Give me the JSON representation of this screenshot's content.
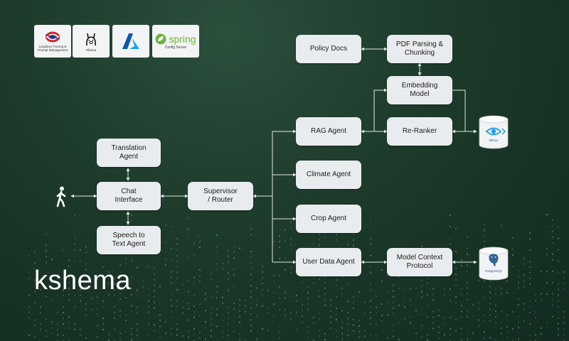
{
  "brand": {
    "wordmark": "kshema"
  },
  "logos": [
    {
      "icon": "langfuse-icon",
      "caption": "Langfuse Tracing &\nPrompt Management",
      "color": "#d8232a"
    },
    {
      "icon": "ollama-llama-icon",
      "caption": "Ollama",
      "color": "#111111"
    },
    {
      "icon": "azure-icon",
      "caption": "",
      "color": "#0a78d4"
    },
    {
      "icon": "spring-leaf-icon",
      "word": "spring",
      "caption": "Config Server",
      "color": "#6db33f"
    }
  ],
  "nodes": {
    "translation": "Translation\nAgent",
    "chat": "Chat\nInterface",
    "speech": "Speech to\nText Agent",
    "supervisor": "Supervisor\n/ Router",
    "policy": "Policy Docs",
    "pdf": "PDF Parsing &\nChunking",
    "embedding": "Embedding\nModel",
    "rag": "RAG Agent",
    "reranker": "Re-Ranker",
    "climate": "Climate Agent",
    "crop": "Crop Agent",
    "userdata": "User Data Agent",
    "mcp": "Model Context\nProtocol"
  },
  "databases": {
    "milvus": {
      "label": "Milvus",
      "icon": "milvus-eye-icon"
    },
    "postgres": {
      "label": "PostgreSQL",
      "icon": "postgres-elephant-icon"
    }
  },
  "user": {
    "icon": "walking-person-icon"
  },
  "colors": {
    "background": "#1d3a2b",
    "node": "#e9ecee",
    "wire": "#dfe6e2",
    "dots": "#5d8a70"
  }
}
